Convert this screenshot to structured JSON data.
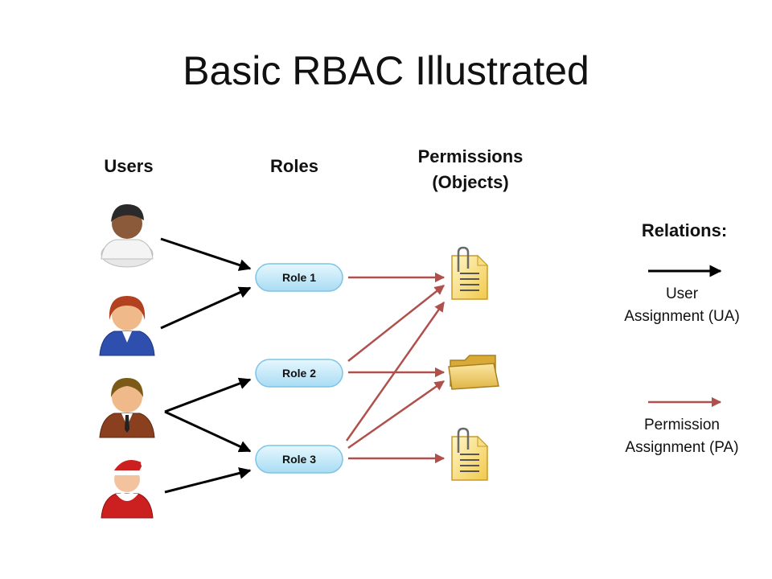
{
  "title": "Basic RBAC Illustrated",
  "columns": {
    "users": "Users",
    "roles": "Roles",
    "permissions_line1": "Permissions",
    "permissions_line2": "(Objects)"
  },
  "users": [
    {
      "icon": "user-icon"
    },
    {
      "icon": "user-icon"
    },
    {
      "icon": "user-icon"
    },
    {
      "icon": "santa-user-icon"
    }
  ],
  "roles": [
    "Role 1",
    "Role 2",
    "Role 3"
  ],
  "permissions": [
    {
      "icon": "document-icon"
    },
    {
      "icon": "folder-icon"
    },
    {
      "icon": "document-icon"
    }
  ],
  "user_assignments": [
    [
      0,
      0
    ],
    [
      1,
      0
    ],
    [
      2,
      1
    ],
    [
      2,
      2
    ],
    [
      3,
      2
    ]
  ],
  "permission_assignments": [
    [
      0,
      0
    ],
    [
      1,
      0
    ],
    [
      1,
      1
    ],
    [
      2,
      0
    ],
    [
      2,
      1
    ],
    [
      2,
      2
    ]
  ],
  "legend": {
    "heading": "Relations:",
    "ua_line1": "User",
    "ua_line2": "Assignment (UA)",
    "pa_line1": "Permission",
    "pa_line2": "Assignment (PA)"
  },
  "colors": {
    "ua_arrow": "#000000",
    "pa_arrow": "#b0504c",
    "role_fill": "#c9ecfa",
    "role_stroke": "#7cc4e4"
  }
}
